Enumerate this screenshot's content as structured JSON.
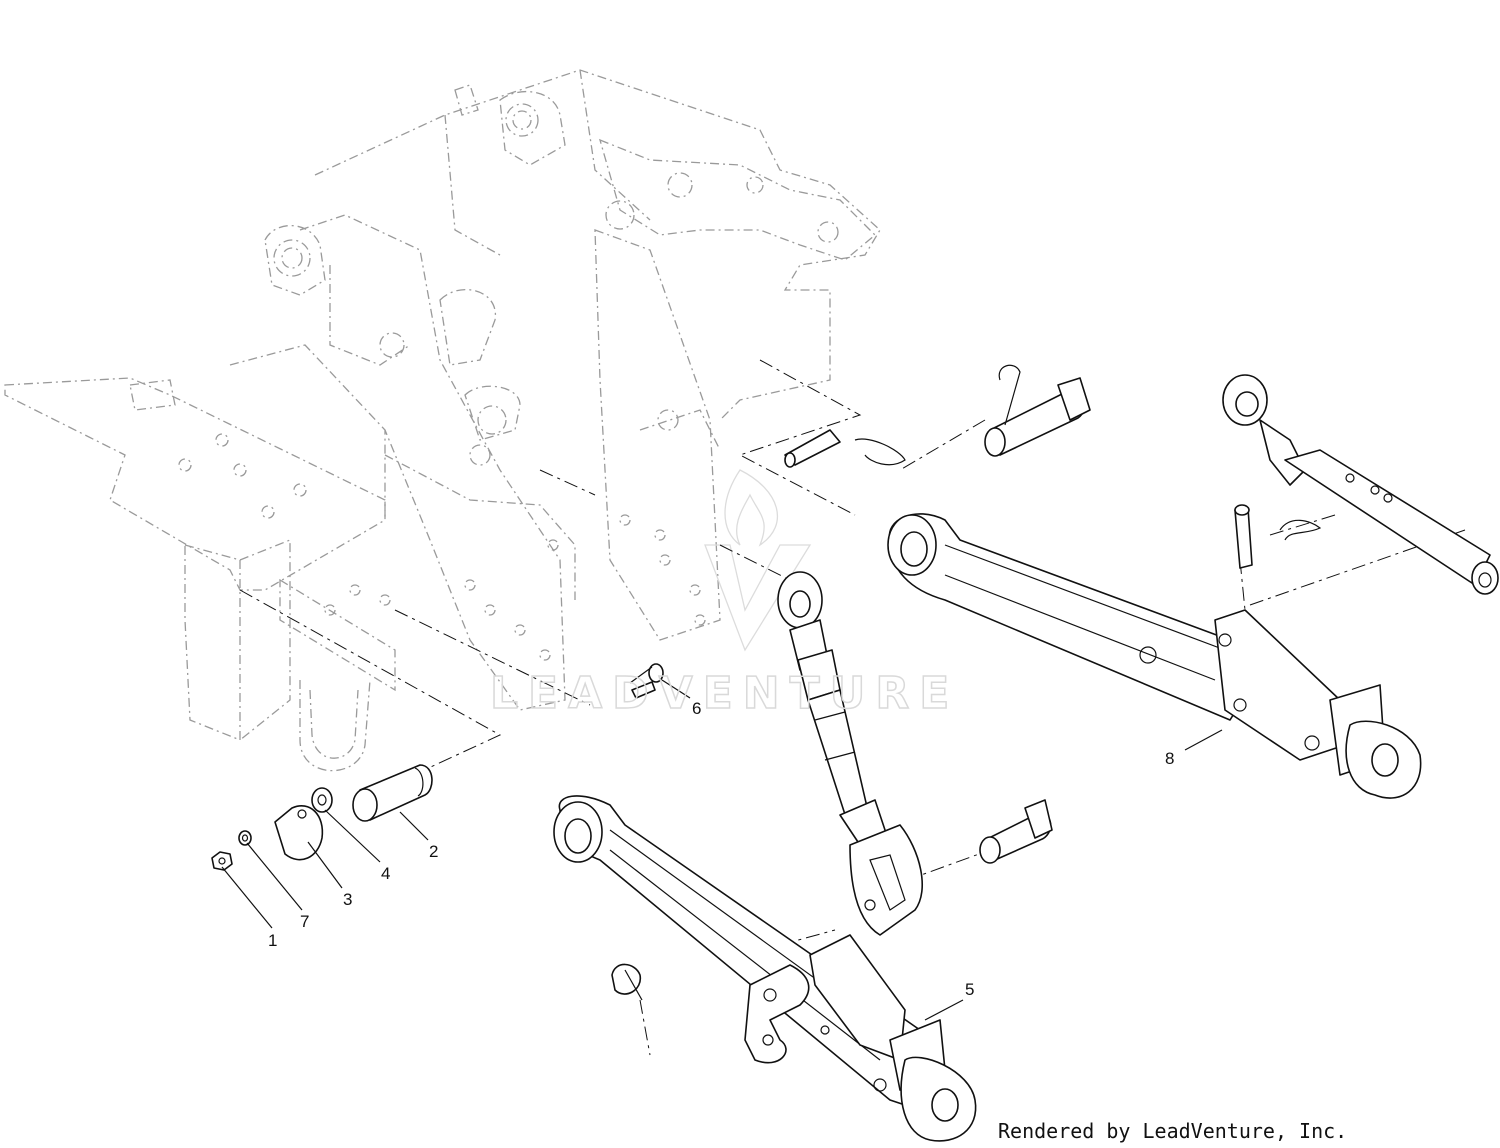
{
  "callouts": [
    {
      "id": "1",
      "label": "1"
    },
    {
      "id": "2",
      "label": "2"
    },
    {
      "id": "3",
      "label": "3"
    },
    {
      "id": "4",
      "label": "4"
    },
    {
      "id": "5",
      "label": "5"
    },
    {
      "id": "6",
      "label": "6"
    },
    {
      "id": "7",
      "label": "7"
    },
    {
      "id": "8",
      "label": "8"
    }
  ],
  "watermark": "LEADVENTURE",
  "credit": "Rendered by LeadVenture, Inc.",
  "colors": {
    "line": "#111111",
    "ghost": "#9a9a9a",
    "watermark": "#d9d9d9"
  }
}
